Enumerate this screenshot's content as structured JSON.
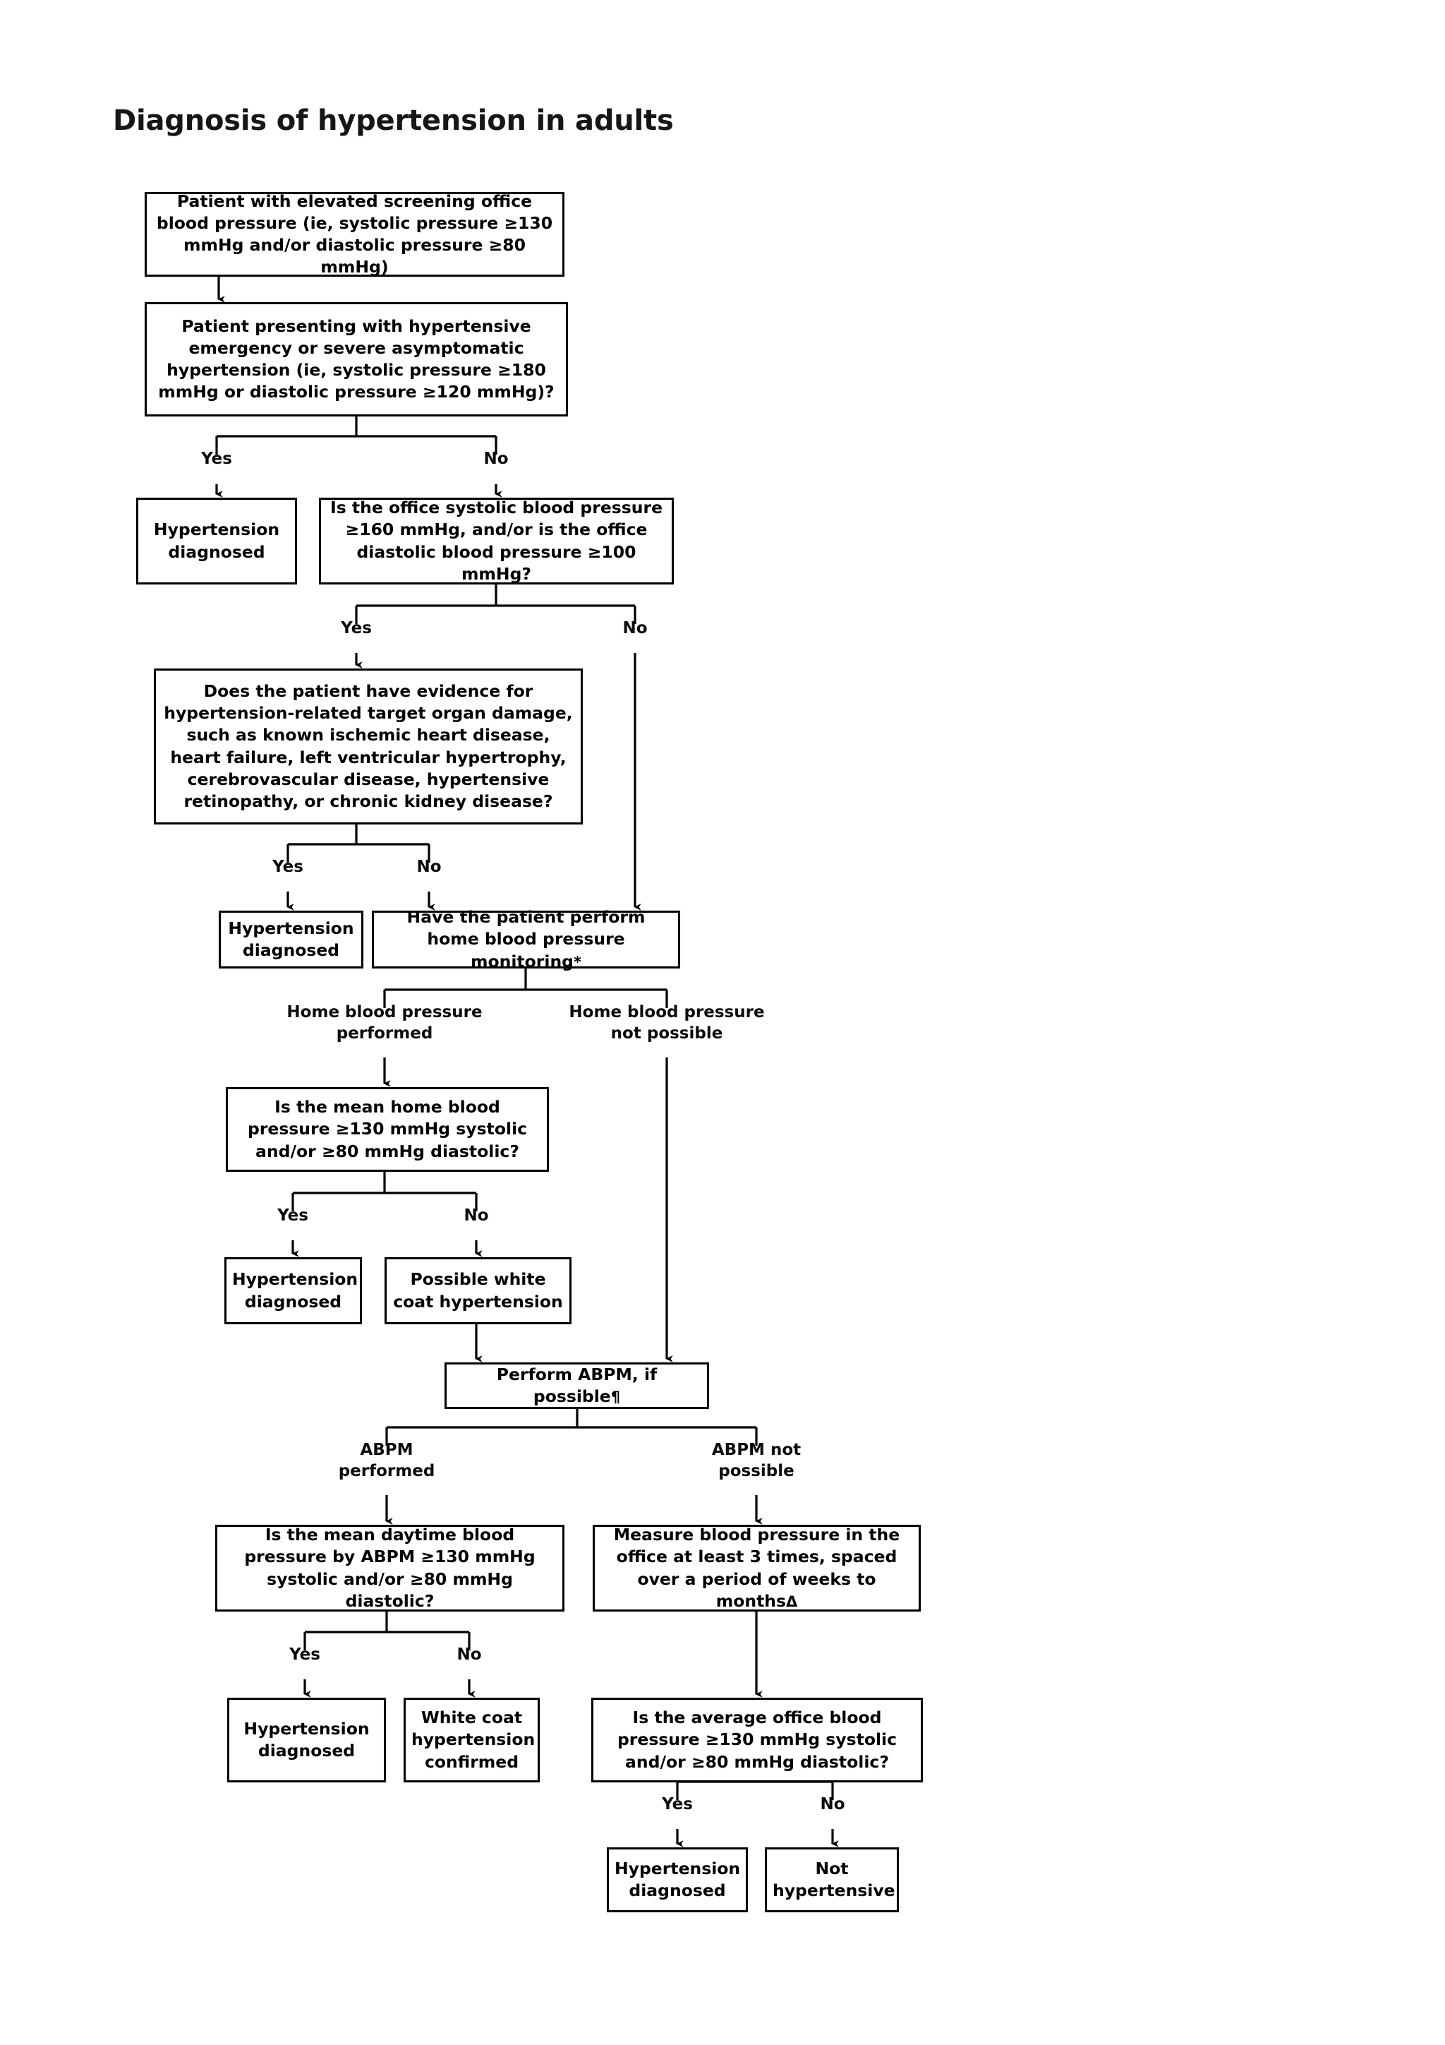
{
  "page": {
    "title": "Diagnosis of hypertension in adults",
    "background_color": "#ffffff",
    "line_color": "#000000",
    "text_color": "#000000"
  },
  "flowchart": {
    "type": "decision-tree",
    "nodes": [
      {
        "id": "n1",
        "name": "elevated-screening-bp",
        "text": "Patient with elevated screening office blood pressure (ie, systolic pressure ≥130 mmHg and/or diastolic pressure ≥80 mmHg)",
        "kind": "start"
      },
      {
        "id": "n2",
        "name": "hypertensive-emergency-question",
        "text": "Patient presenting with hypertensive emergency or severe asymptomatic hypertension (ie, systolic pressure ≥180 mmHg or diastolic pressure ≥120 mmHg)?",
        "kind": "decision"
      },
      {
        "id": "n3",
        "name": "hypertension-diagnosed-1",
        "text": "Hypertension diagnosed",
        "kind": "terminal"
      },
      {
        "id": "n4",
        "name": "office-systolic-160-question",
        "text": "Is the office systolic blood pressure ≥160 mmHg, and/or is the office diastolic blood pressure ≥100 mmHg?",
        "kind": "decision"
      },
      {
        "id": "n5",
        "name": "target-organ-damage-question",
        "text": "Does the patient have evidence for hypertension-related target organ damage, such as known ischemic heart disease, heart failure, left ventricular hypertrophy, cerebrovascular disease, hypertensive retinopathy, or chronic kidney disease?",
        "kind": "decision"
      },
      {
        "id": "n6",
        "name": "hypertension-diagnosed-2",
        "text": "Hypertension diagnosed",
        "kind": "terminal"
      },
      {
        "id": "n7",
        "name": "home-bp-monitoring-action",
        "text": "Have the patient perform home blood pressure monitoring",
        "footnote": "*",
        "kind": "action"
      },
      {
        "id": "n8",
        "name": "mean-home-bp-question",
        "text": "Is the mean home blood pressure ≥130 mmHg systolic and/or ≥80 mmHg diastolic?",
        "kind": "decision"
      },
      {
        "id": "n9",
        "name": "hypertension-diagnosed-3",
        "text": "Hypertension diagnosed",
        "kind": "terminal"
      },
      {
        "id": "n10",
        "name": "possible-white-coat-hypertension",
        "text": "Possible white coat hypertension",
        "kind": "terminal"
      },
      {
        "id": "n11",
        "name": "perform-abpm-action",
        "text": "Perform ABPM, if possible",
        "footnote": "¶",
        "kind": "action"
      },
      {
        "id": "n12",
        "name": "mean-daytime-abpm-question",
        "text": "Is the mean daytime blood pressure by ABPM ≥130 mmHg systolic and/or ≥80 mmHg diastolic?",
        "kind": "decision"
      },
      {
        "id": "n13",
        "name": "measure-office-bp-3-times-action",
        "text": "Measure blood pressure in the office at least 3 times, spaced over a period of weeks to months",
        "footnote": "Δ",
        "kind": "action"
      },
      {
        "id": "n14",
        "name": "hypertension-diagnosed-4",
        "text": "Hypertension diagnosed",
        "kind": "terminal"
      },
      {
        "id": "n15",
        "name": "white-coat-hypertension-confirmed",
        "text": "White coat hypertension confirmed",
        "kind": "terminal"
      },
      {
        "id": "n16",
        "name": "average-office-bp-question",
        "text": "Is the average office blood pressure ≥130 mmHg systolic and/or ≥80 mmHg diastolic?",
        "kind": "decision"
      },
      {
        "id": "n17",
        "name": "hypertension-diagnosed-5",
        "text": "Hypertension diagnosed",
        "kind": "terminal"
      },
      {
        "id": "n18",
        "name": "not-hypertensive",
        "text": "Not hypertensive",
        "kind": "terminal"
      }
    ],
    "edge_labels": [
      {
        "id": "e1",
        "name": "branch-label-yes-1",
        "text": "Yes"
      },
      {
        "id": "e2",
        "name": "branch-label-no-1",
        "text": "No"
      },
      {
        "id": "e3",
        "name": "branch-label-yes-2",
        "text": "Yes"
      },
      {
        "id": "e4",
        "name": "branch-label-no-2",
        "text": "No"
      },
      {
        "id": "e5",
        "name": "branch-label-yes-3",
        "text": "Yes"
      },
      {
        "id": "e6",
        "name": "branch-label-no-3",
        "text": "No"
      },
      {
        "id": "e7",
        "name": "branch-label-home-bp-performed",
        "text": "Home blood pressure\nperformed"
      },
      {
        "id": "e8",
        "name": "branch-label-home-bp-not-possible",
        "text": "Home blood pressure\nnot possible"
      },
      {
        "id": "e9",
        "name": "branch-label-yes-4",
        "text": "Yes"
      },
      {
        "id": "e10",
        "name": "branch-label-no-4",
        "text": "No"
      },
      {
        "id": "e11",
        "name": "branch-label-abpm-performed",
        "text": "ABPM\nperformed"
      },
      {
        "id": "e12",
        "name": "branch-label-abpm-not-possible",
        "text": "ABPM not\npossible"
      },
      {
        "id": "e13",
        "name": "branch-label-yes-5",
        "text": "Yes"
      },
      {
        "id": "e14",
        "name": "branch-label-no-5",
        "text": "No"
      },
      {
        "id": "e15",
        "name": "branch-label-yes-6",
        "text": "Yes"
      },
      {
        "id": "e16",
        "name": "branch-label-no-6",
        "text": "No"
      }
    ]
  }
}
